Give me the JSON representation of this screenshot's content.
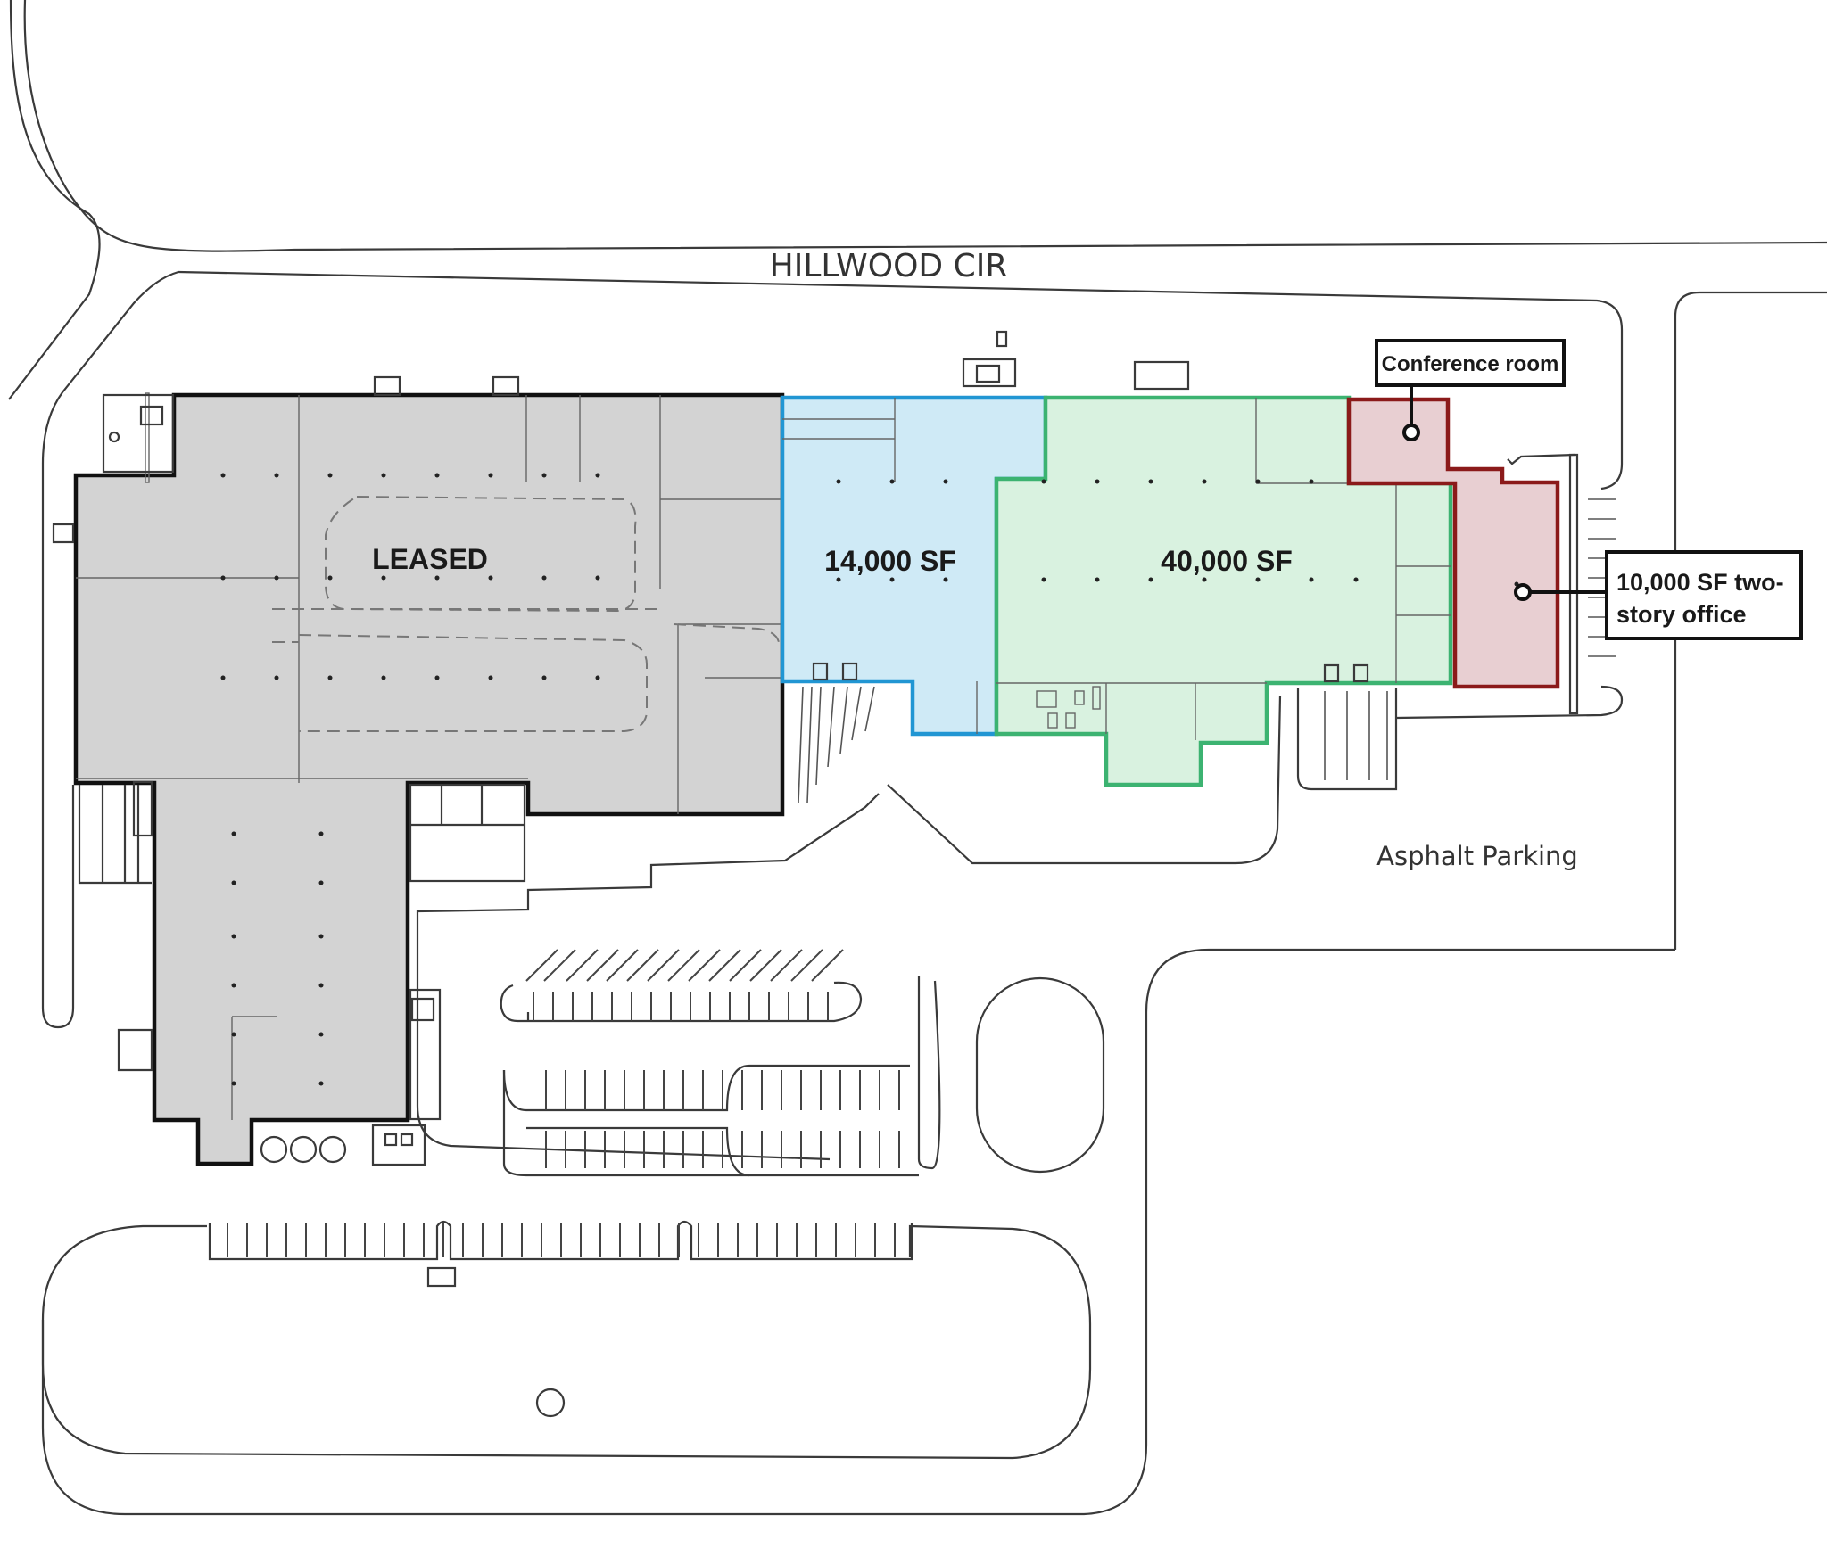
{
  "street": {
    "name": "HILLWOOD CIR"
  },
  "parking": {
    "label": "Asphalt Parking"
  },
  "areas": [
    {
      "id": "leased",
      "label": "LEASED",
      "color": "#d3d3d3",
      "stroke": "#111111"
    },
    {
      "id": "blue",
      "label": "14,000 SF",
      "color": "#cfeaf6",
      "stroke": "#2196d3"
    },
    {
      "id": "green",
      "label": "40,000 SF",
      "color": "#d9f2e0",
      "stroke": "#3cb371"
    },
    {
      "id": "red",
      "label": "",
      "color": "#e8cfd2",
      "stroke": "#8b1a1a"
    }
  ],
  "callouts": {
    "conference": "Conference room",
    "office_line1": "10,000 SF two-",
    "office_line2": "story office"
  }
}
